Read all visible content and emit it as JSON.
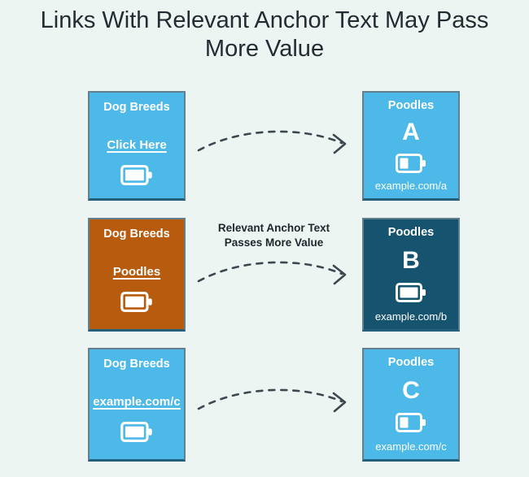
{
  "title": "Links With Relevant Anchor Text May Pass More Value",
  "annotation": {
    "line1": "Relevant Anchor Text",
    "line2": "Passes More Value"
  },
  "colors": {
    "background": "#edf5f3",
    "light_blue_box": "#4db9e8",
    "orange_box": "#b75b0e",
    "dark_blue_box": "#15536f",
    "box_border": "#64808e",
    "arrow": "#3d474f",
    "title_text": "#232b33",
    "box_text": "#ffffff"
  },
  "icons": {
    "battery": "battery-icon",
    "arrow": "dashed-curved-arrow"
  },
  "rows": [
    {
      "source": {
        "title": "Dog Breeds",
        "anchor_text": "Click Here",
        "battery_fill": 22
      },
      "target": {
        "title": "Poodles",
        "letter": "A",
        "url": "example.com/a",
        "battery_fill": 10
      }
    },
    {
      "source": {
        "title": "Dog Breeds",
        "anchor_text": "Poodles",
        "battery_fill": 22
      },
      "target": {
        "title": "Poodles",
        "letter": "B",
        "url": "example.com/b",
        "battery_fill": 22
      }
    },
    {
      "source": {
        "title": "Dog Breeds",
        "anchor_text": "example.com/c",
        "battery_fill": 22
      },
      "target": {
        "title": "Poodles",
        "letter": "C",
        "url": "example.com/c",
        "battery_fill": 10
      }
    }
  ]
}
